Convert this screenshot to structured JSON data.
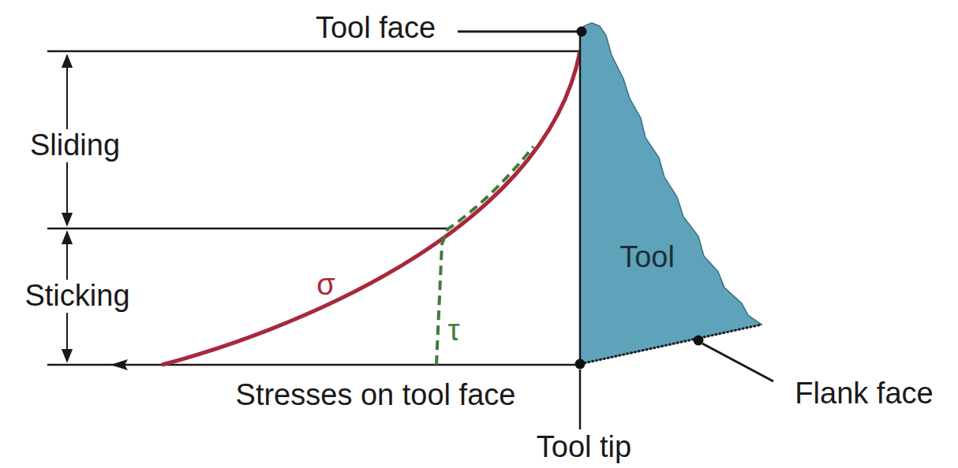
{
  "diagram": {
    "nodes": [
      {
        "text": [
          "Tool"
        ]
      }
    ],
    "labels": [
      "Tool face",
      "Sliding",
      "Sticking",
      "σ",
      "τ",
      "Stresses on tool face",
      "Flank face",
      "Tool tip"
    ]
  }
}
